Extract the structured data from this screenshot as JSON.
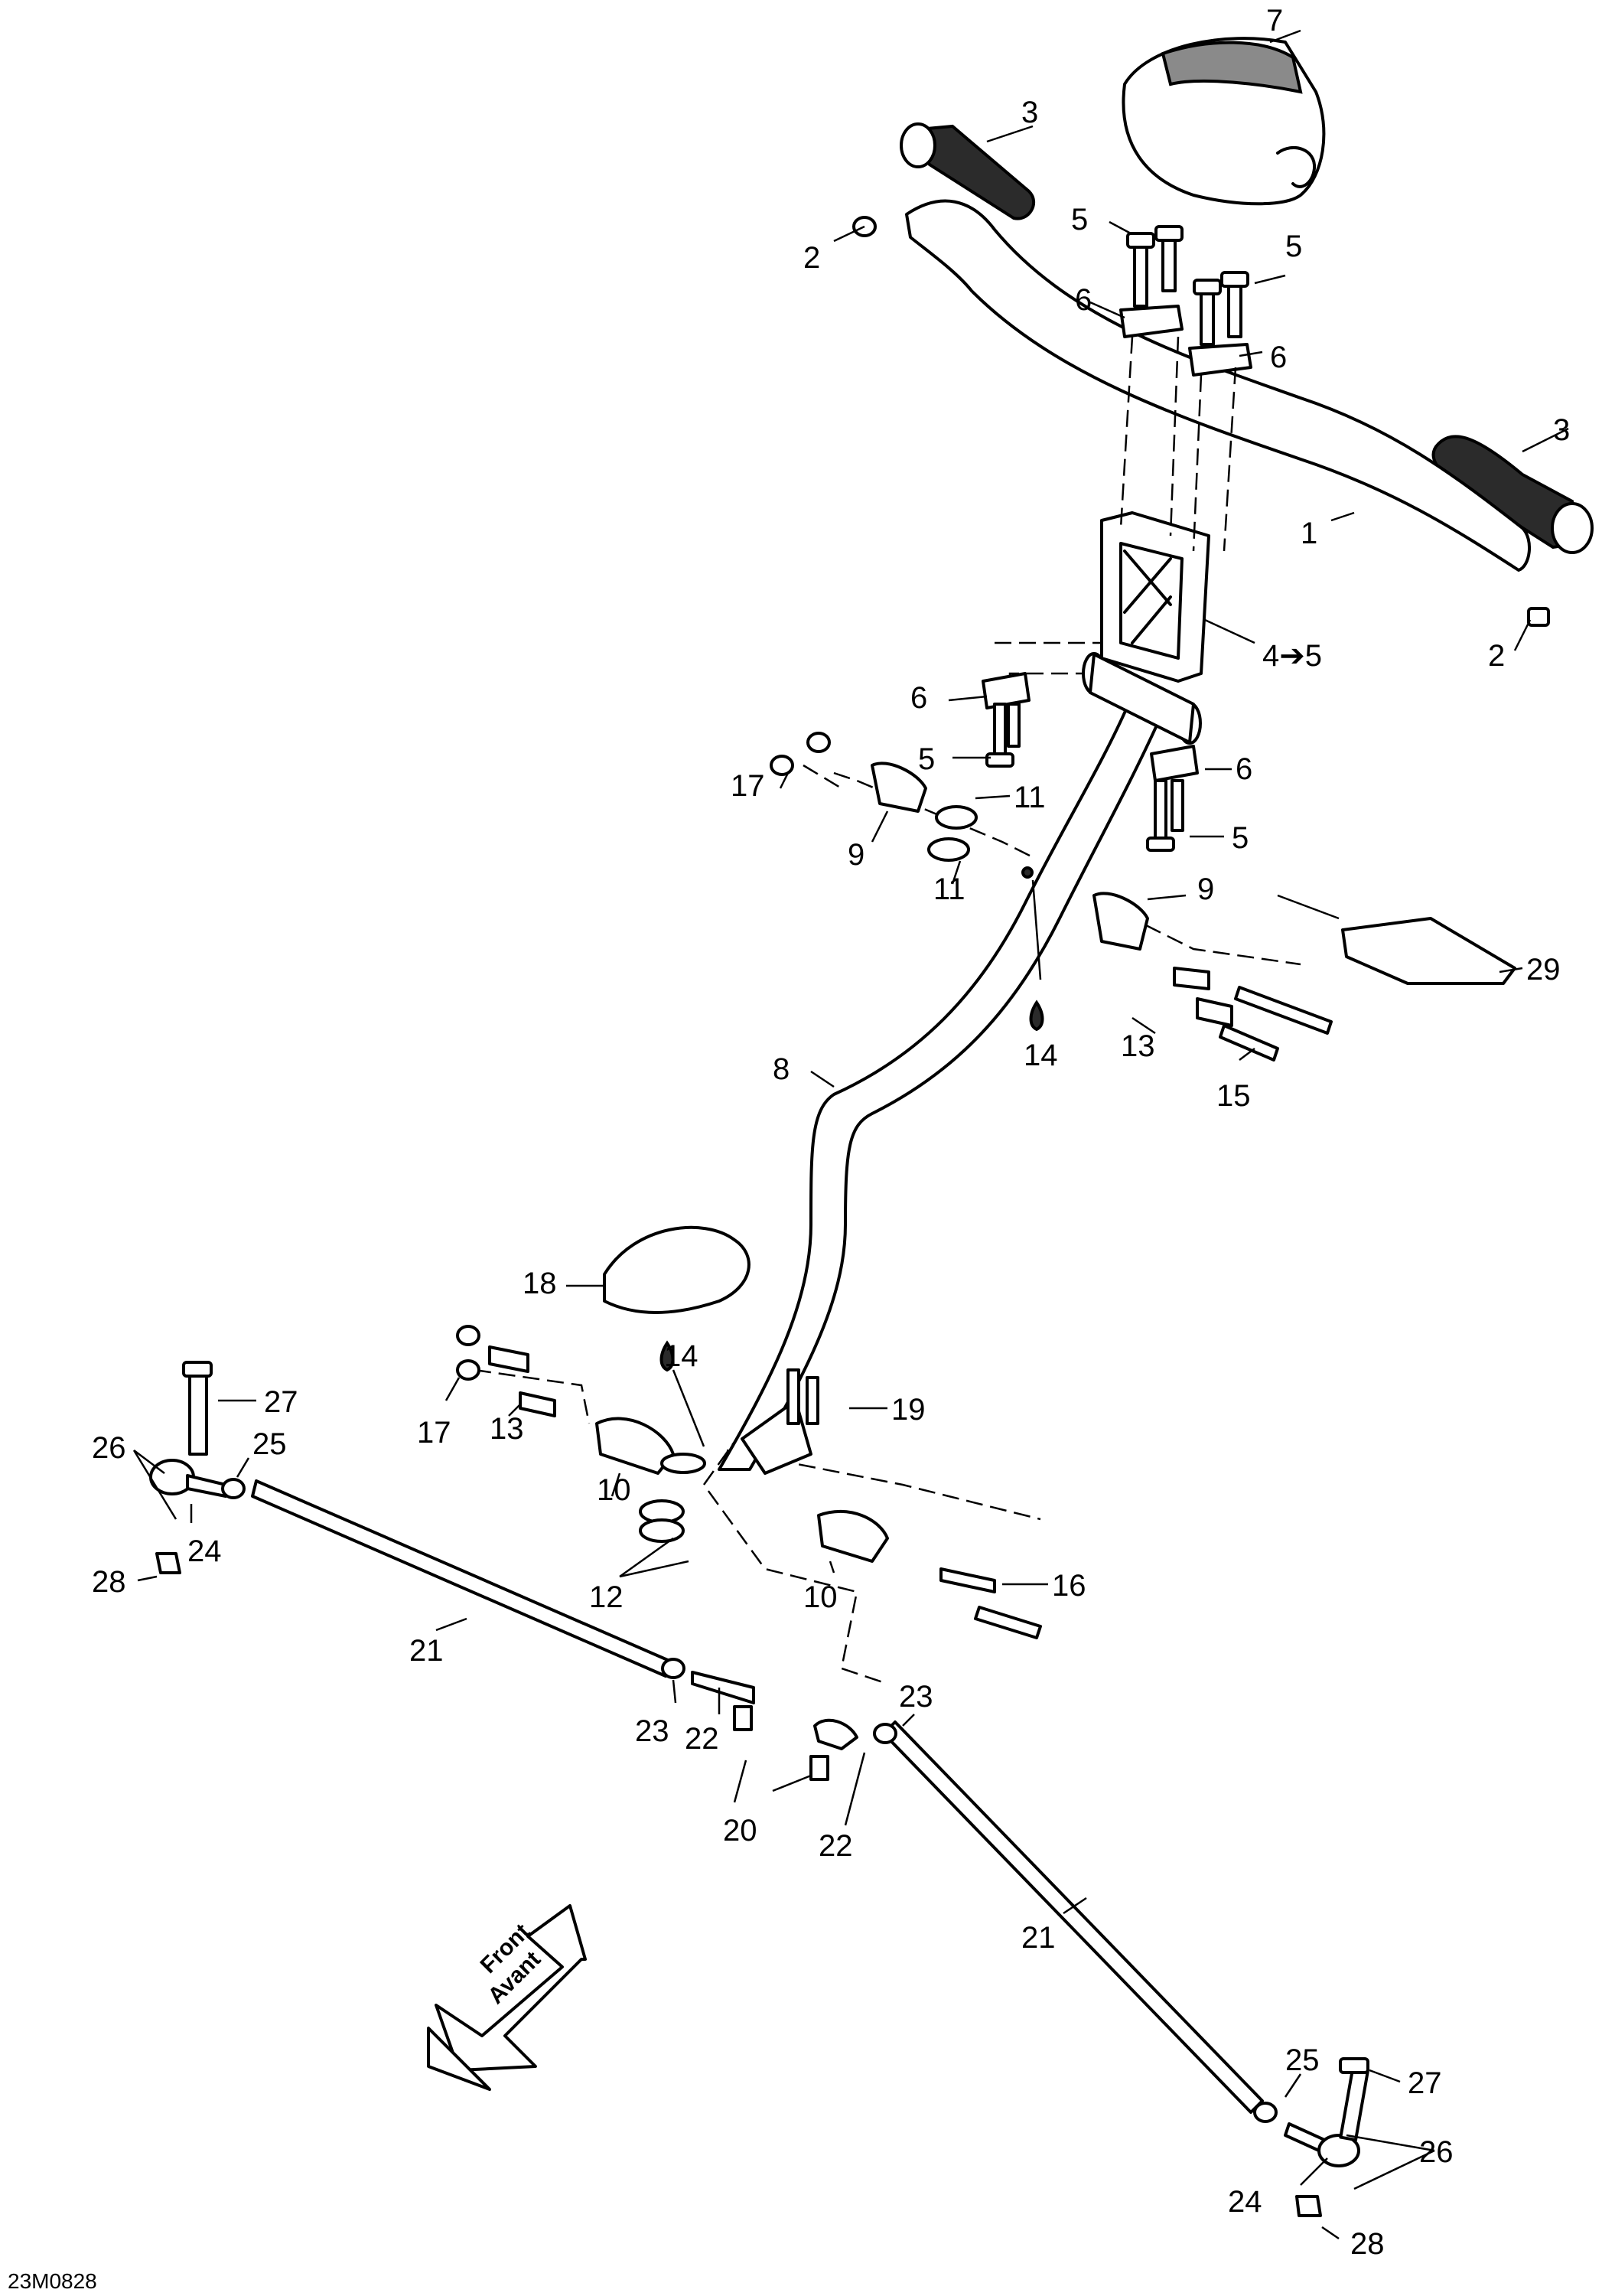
{
  "diagram_code": "23M0828",
  "direction_labels": [
    "Front",
    "Avant"
  ],
  "callouts": [
    "1",
    "2",
    "2",
    "3",
    "3",
    "4➔5",
    "5",
    "5",
    "5",
    "5",
    "6",
    "6",
    "6",
    "6",
    "7",
    "8",
    "9",
    "9",
    "10",
    "10",
    "11",
    "11",
    "12",
    "13",
    "13",
    "14",
    "14",
    "15",
    "16",
    "17",
    "17",
    "18",
    "19",
    "20",
    "21",
    "21",
    "22",
    "22",
    "23",
    "23",
    "24",
    "24",
    "25",
    "25",
    "26",
    "26",
    "27",
    "27",
    "28",
    "28",
    "29"
  ],
  "icons": {
    "drop": "grease-drop-icon",
    "arrow": "front-direction-arrow-icon"
  },
  "colors": {
    "line": "#000000",
    "background": "#ffffff",
    "grip": "#2b2b2b"
  }
}
